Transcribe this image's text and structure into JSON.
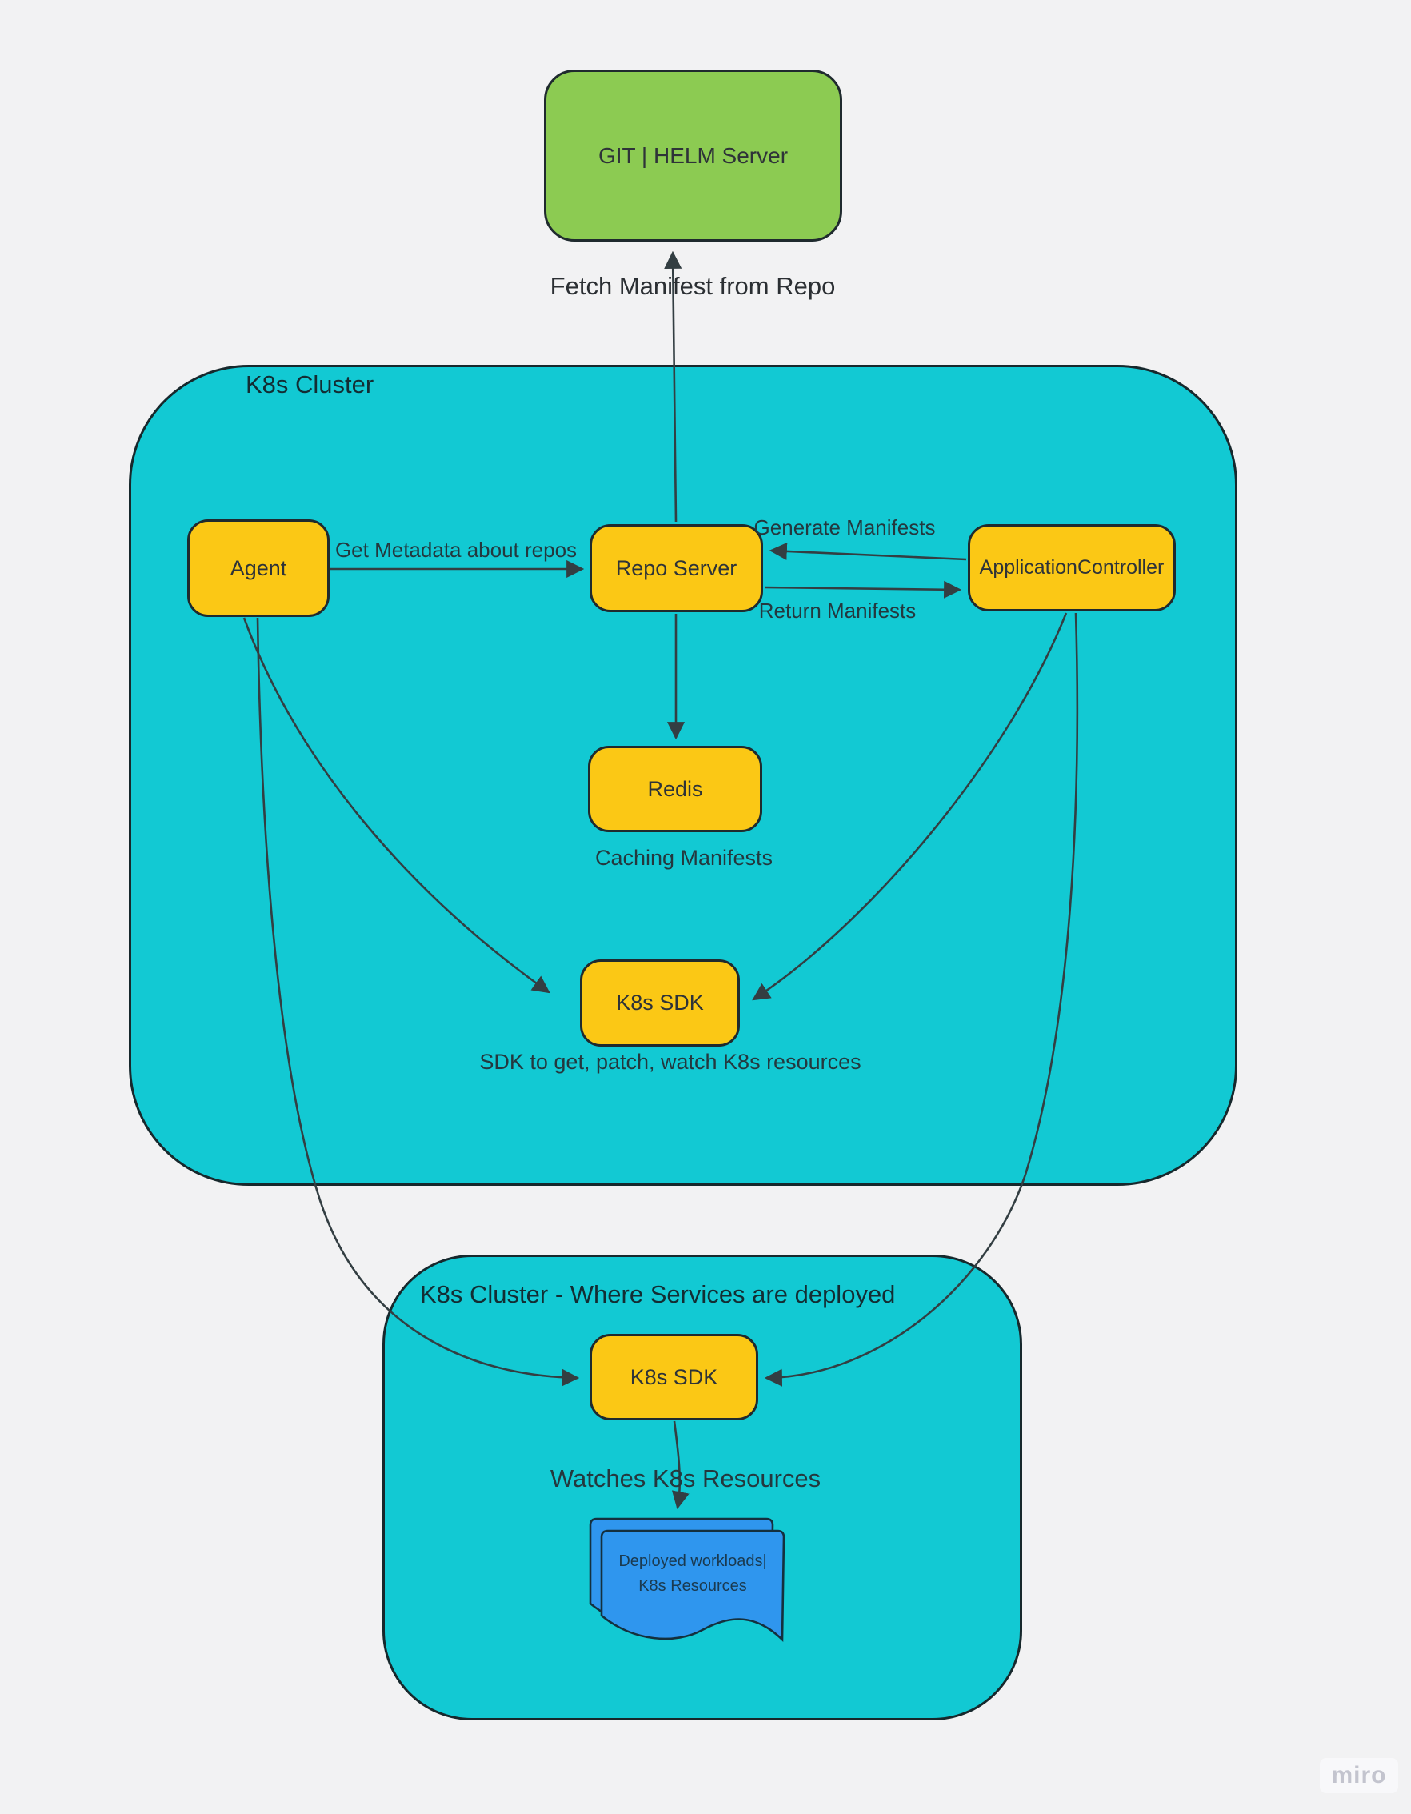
{
  "board": {
    "background": "#F2F2F3",
    "watermark": "miro"
  },
  "colors": {
    "cluster_fill": "#12C9D3",
    "node_fill": "#FBC815",
    "git_server_fill": "#8CCB52",
    "document_fill": "#2F96EE",
    "shape_outline": "#1F2A2E",
    "edge_stroke": "#333E42",
    "text": "#24383E",
    "watermark_text": "#C3C4CE"
  },
  "clusters": [
    {
      "id": "main",
      "label": "K8s Cluster"
    },
    {
      "id": "services",
      "label": "K8s Cluster - Where Services are deployed"
    }
  ],
  "nodes": [
    {
      "id": "git-helm-server",
      "label": "GIT | HELM Server"
    },
    {
      "id": "agent",
      "label": "Agent"
    },
    {
      "id": "repo-server",
      "label": "Repo Server"
    },
    {
      "id": "application-controller",
      "label": "ApplicationController"
    },
    {
      "id": "redis",
      "label": "Redis"
    },
    {
      "id": "k8s-sdk-main",
      "label": "K8s SDK"
    },
    {
      "id": "k8s-sdk-services",
      "label": "K8s SDK"
    }
  ],
  "document": {
    "line1": "Deployed workloads|",
    "line2": "K8s Resources"
  },
  "edge_labels": {
    "fetch_manifest": "Fetch Manifest from Repo",
    "get_metadata": "Get Metadata about repos",
    "generate_manifests": "Generate Manifests",
    "return_manifests": "Return Manifests",
    "caching_manifests": "Caching Manifests",
    "sdk_note": "SDK to get, patch, watch K8s resources",
    "watches": "Watches K8s Resources"
  }
}
